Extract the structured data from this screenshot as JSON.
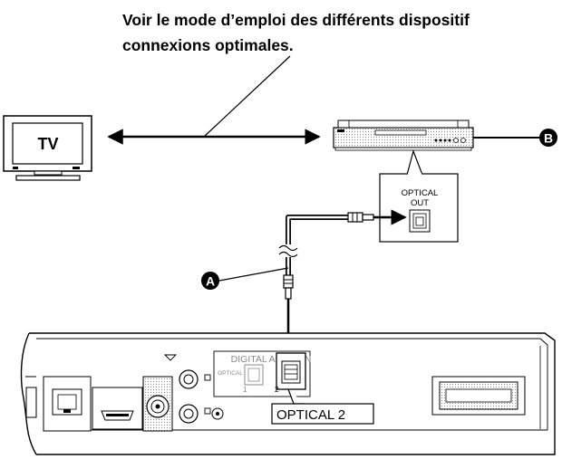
{
  "caption": {
    "line1": "Voir le mode d’emploi des différents dispositif",
    "line2": "connexions optimales."
  },
  "labels": {
    "tv": "TV",
    "callout_a": "A",
    "callout_b": "B",
    "optical_out_line1": "OPTICAL",
    "optical_out_line2": "OUT",
    "digital_audio_in": "DIGITAL AUDIO IN",
    "optical_small": "OPTICAL",
    "port_1": "1",
    "port_2": "2",
    "optical_2": "OPTICAL 2"
  }
}
